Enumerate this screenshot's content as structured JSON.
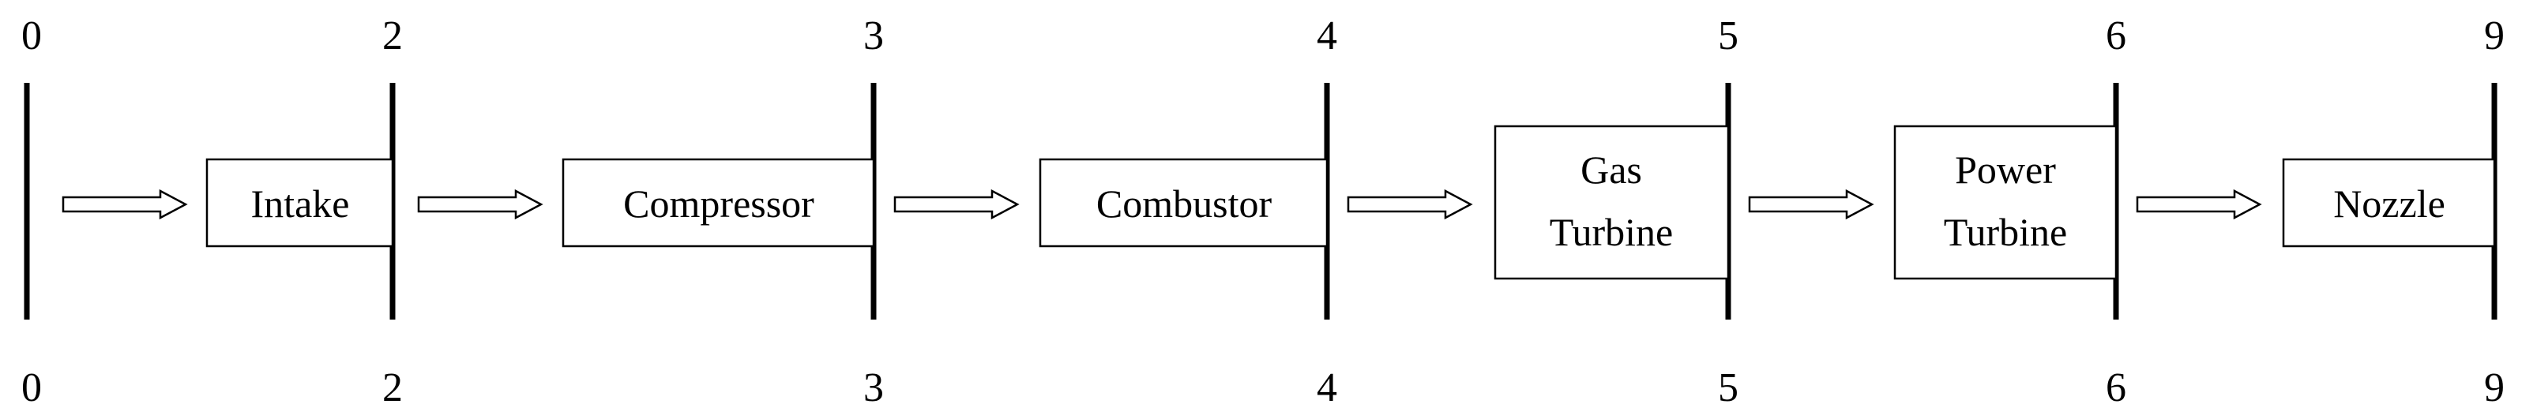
{
  "stations": [
    "0",
    "2",
    "3",
    "4",
    "5",
    "6",
    "9"
  ],
  "components": [
    {
      "lines": [
        "Intake"
      ]
    },
    {
      "lines": [
        "Compressor"
      ]
    },
    {
      "lines": [
        "Combustor"
      ]
    },
    {
      "lines": [
        "Gas",
        "Turbine"
      ]
    },
    {
      "lines": [
        "Power",
        "Turbine"
      ]
    },
    {
      "lines": [
        "Nozzle"
      ]
    }
  ]
}
